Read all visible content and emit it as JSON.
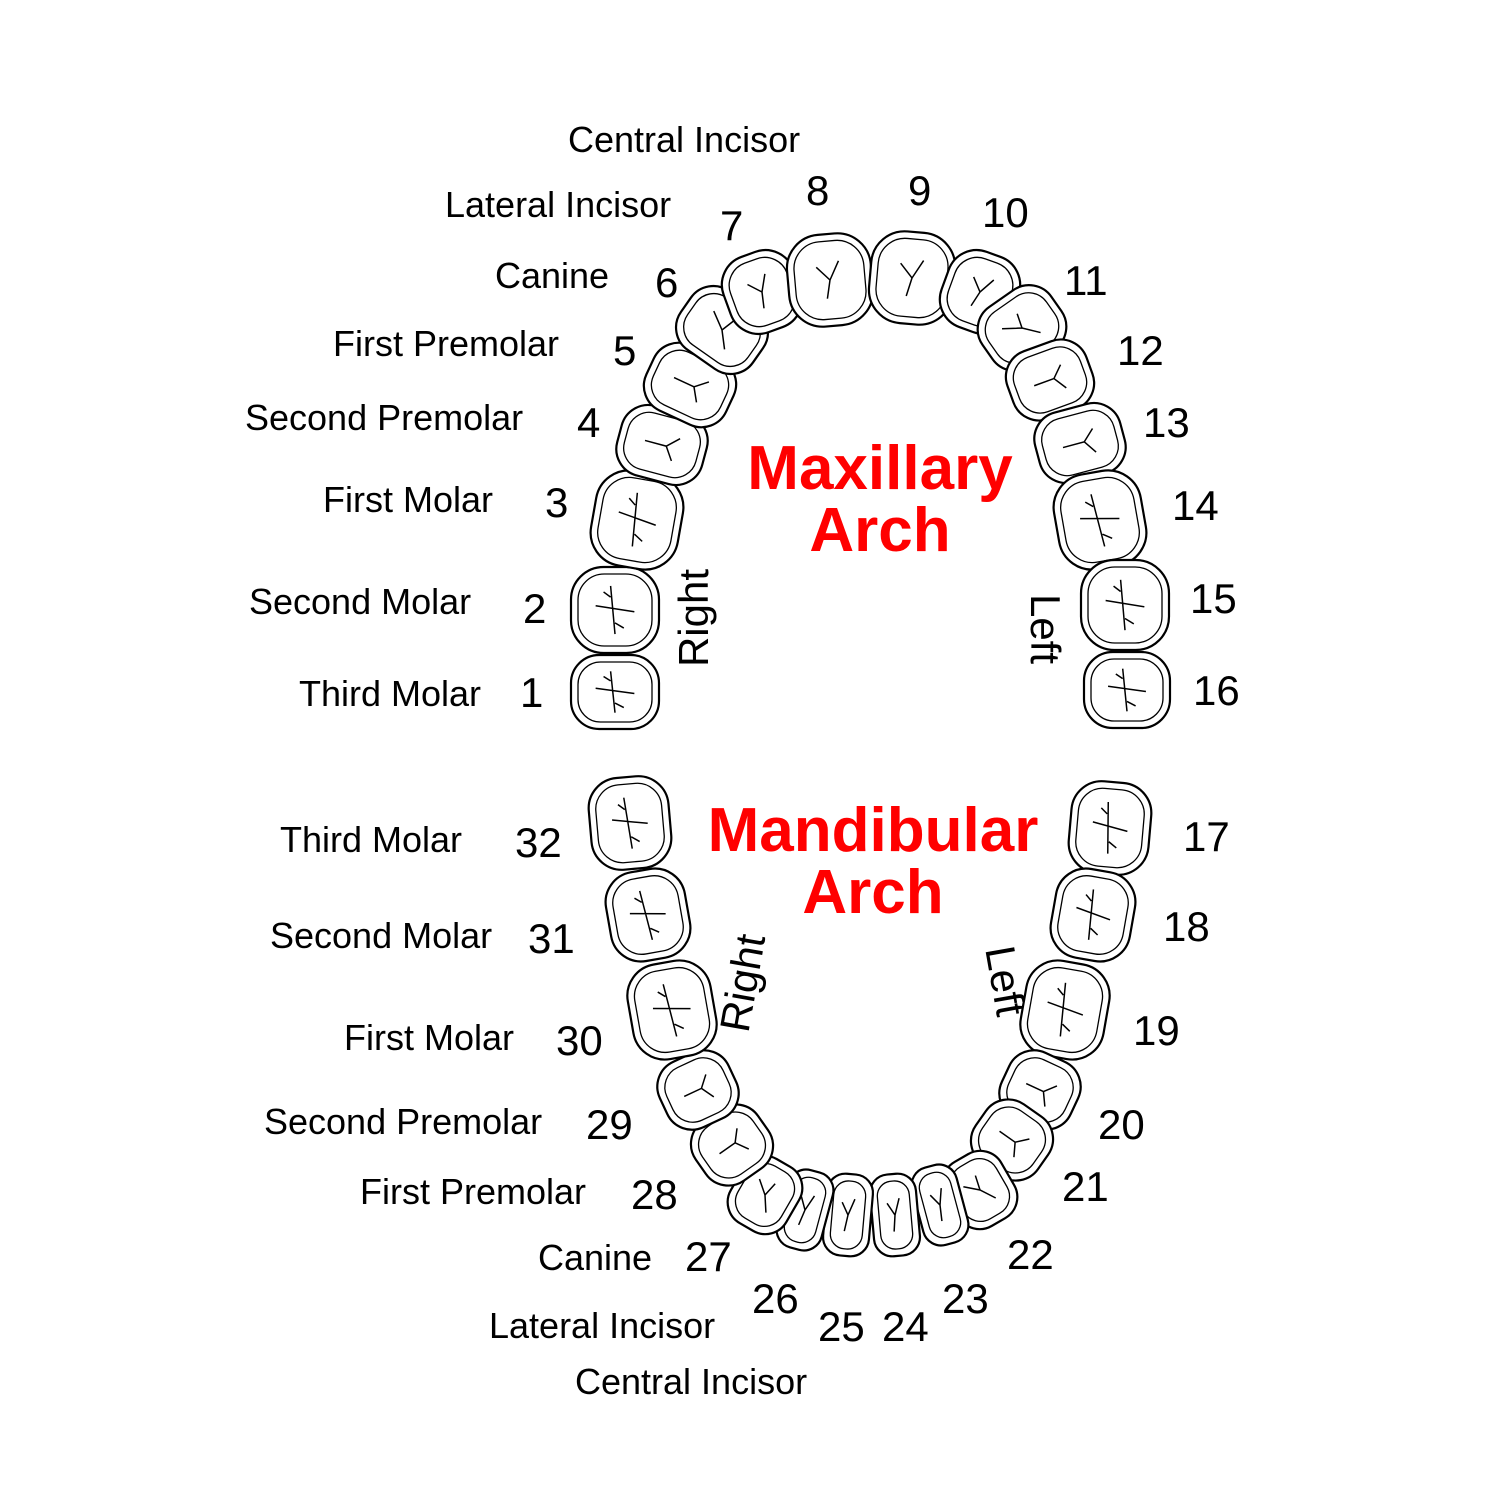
{
  "maxillary": {
    "title_line1": "Maxillary",
    "title_line2": "Arch",
    "right": "Right",
    "left": "Left",
    "labels": {
      "central_incisor": "Central Incisor",
      "lateral_incisor": "Lateral Incisor",
      "canine": "Canine",
      "first_premolar": "First Premolar",
      "second_premolar": "Second Premolar",
      "first_molar": "First Molar",
      "second_molar": "Second Molar",
      "third_molar": "Third Molar"
    },
    "numbers": [
      "1",
      "2",
      "3",
      "4",
      "5",
      "6",
      "7",
      "8",
      "9",
      "10",
      "11",
      "12",
      "13",
      "14",
      "15",
      "16"
    ]
  },
  "mandibular": {
    "title_line1": "Mandibular",
    "title_line2": "Arch",
    "right": "Right",
    "left": "Left",
    "labels": {
      "third_molar": "Third Molar",
      "second_molar": "Second Molar",
      "first_molar": "First Molar",
      "second_premolar": "Second Premolar",
      "first_premolar": "First Premolar",
      "canine": "Canine",
      "lateral_incisor": "Lateral Incisor",
      "central_incisor": "Central Incisor"
    },
    "numbers": [
      "17",
      "18",
      "19",
      "20",
      "21",
      "22",
      "23",
      "24",
      "25",
      "26",
      "27",
      "28",
      "29",
      "30",
      "31",
      "32"
    ]
  },
  "colors": {
    "arch_title": "#ff0000",
    "outline": "#000000"
  }
}
